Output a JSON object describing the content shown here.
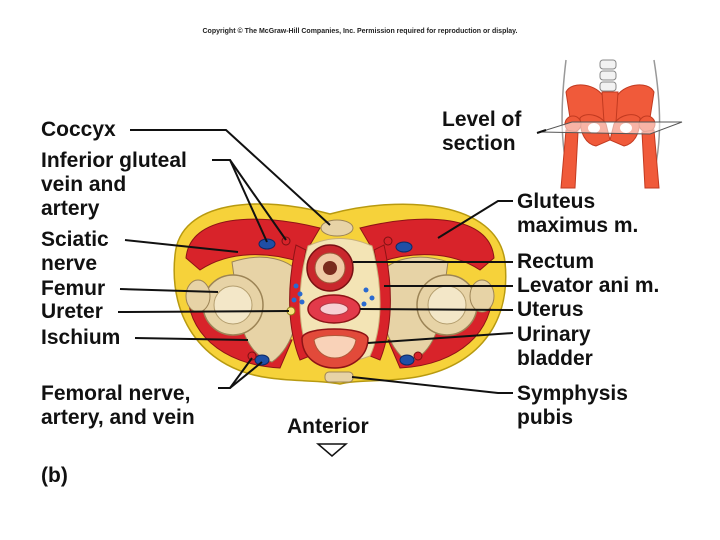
{
  "copyright": "Copyright © The McGraw-Hill Companies, Inc. Permission required for reproduction or display.",
  "panel_label": "(b)",
  "orientation_label": "Anterior",
  "inset_label": [
    "Level of",
    "section"
  ],
  "left_labels": {
    "coccyx": [
      "Coccyx"
    ],
    "inferior_gluteal": [
      "Inferior gluteal",
      "vein and",
      "artery"
    ],
    "sciatic": [
      "Sciatic",
      "nerve"
    ],
    "femur": [
      "Femur"
    ],
    "ureter": [
      "Ureter"
    ],
    "ischium": [
      "Ischium"
    ],
    "femoral": [
      "Femoral nerve,",
      "artery, and vein"
    ]
  },
  "right_labels": {
    "gluteus": [
      "Gluteus",
      "maximus m."
    ],
    "rectum": [
      "Rectum"
    ],
    "levator": [
      "Levator ani m."
    ],
    "uterus": [
      "Uterus"
    ],
    "bladder": [
      "Urinary",
      "bladder"
    ],
    "symphysis": [
      "Symphysis",
      "pubis"
    ]
  },
  "colors": {
    "fat": "#f6d23a",
    "muscle": "#d8232a",
    "bone": "#e7d3a6",
    "vein": "#1f4fa5",
    "leader": "#111111"
  }
}
